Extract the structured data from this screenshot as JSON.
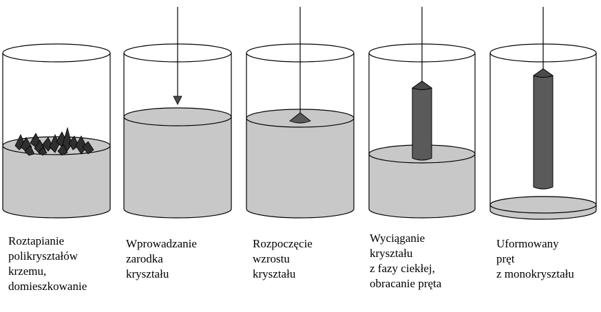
{
  "colors": {
    "melt": "#c8c8c8",
    "rod": "#5a5a5a",
    "crystal": "#2f2f2f",
    "outline": "#000000",
    "background": "#ffffff"
  },
  "stages": [
    {
      "lines": [
        "Roztapianie",
        "polikryształów",
        "krzemu,",
        "domieszkowanie"
      ]
    },
    {
      "lines": [
        "Wprowadzanie",
        "zarodka",
        "kryształu"
      ]
    },
    {
      "lines": [
        "Rozpoczęcie",
        "wzrostu",
        "kryształu"
      ]
    },
    {
      "lines": [
        "Wyciąganie",
        "kryształu",
        "z fazy ciekłej,",
        "obracanie pręta"
      ]
    },
    {
      "lines": [
        "Uformowany",
        "pręt",
        "z monokryształu"
      ]
    }
  ]
}
